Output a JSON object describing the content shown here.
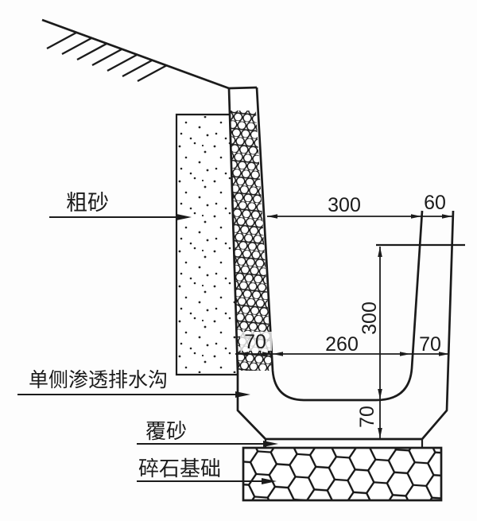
{
  "drawing": {
    "type": "engineering-cross-section",
    "line_color": "#1b1b1b",
    "background_color": "#fdfdfd"
  },
  "labels": {
    "coarse_sand": "粗砂",
    "drainage_ditch": "单侧渗透排水沟",
    "cover_sand": "覆砂",
    "gravel_foundation": "碎石基础"
  },
  "dimensions": {
    "top_opening_width": "300",
    "top_wall_thickness": "60",
    "ditch_depth": "300",
    "inner_bottom_width": "260",
    "left_wall_thickness": "70",
    "right_wall_thickness": "70",
    "base_slab_thickness": "70"
  }
}
